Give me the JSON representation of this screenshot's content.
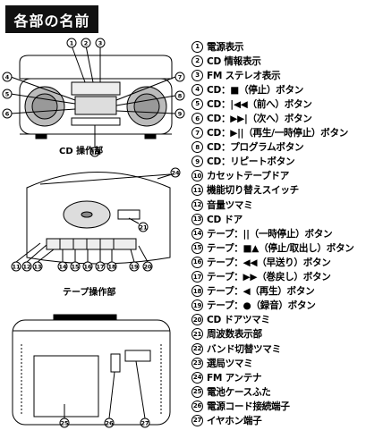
{
  "page_title": "各部の名前",
  "captions": {
    "cd_controls": "CD 操作部",
    "tape_controls": "テープ操作部"
  },
  "legend": [
    {
      "n": "1",
      "label": "電源表示"
    },
    {
      "n": "2",
      "label": "CD 情報表示"
    },
    {
      "n": "3",
      "label": "FM ステレオ表示"
    },
    {
      "n": "4",
      "label": "CD：■（停止）ボタン"
    },
    {
      "n": "5",
      "label": "CD：|◀◀（前へ）ボタン"
    },
    {
      "n": "6",
      "label": "CD：▶▶|（次へ）ボタン"
    },
    {
      "n": "7",
      "label": "CD：▶||（再生/一時停止）ボタン"
    },
    {
      "n": "8",
      "label": "CD：プログラムボタン"
    },
    {
      "n": "9",
      "label": "CD：リピートボタン"
    },
    {
      "n": "10",
      "label": "カセットテープドア"
    },
    {
      "n": "11",
      "label": "機能切り替えスイッチ"
    },
    {
      "n": "12",
      "label": "音量ツマミ"
    },
    {
      "n": "13",
      "label": "CD ドア"
    },
    {
      "n": "14",
      "label": "テープ：||（一時停止）ボタン"
    },
    {
      "n": "15",
      "label": "テープ：■▲（停止/取出し）ボタン"
    },
    {
      "n": "16",
      "label": "テープ：◀◀（早送り）ボタン"
    },
    {
      "n": "17",
      "label": "テープ：▶▶（巻戻し）ボタン"
    },
    {
      "n": "18",
      "label": "テープ：◀（再生）ボタン"
    },
    {
      "n": "19",
      "label": "テープ：●（録音）ボタン"
    },
    {
      "n": "20",
      "label": "CD ドアツマミ"
    },
    {
      "n": "21",
      "label": "周波数表示部"
    },
    {
      "n": "22",
      "label": "バンド切替ツマミ"
    },
    {
      "n": "23",
      "label": "選局ツマミ"
    },
    {
      "n": "24",
      "label": "FM アンテナ"
    },
    {
      "n": "25",
      "label": "電池ケースふた"
    },
    {
      "n": "26",
      "label": "電源コード接続端子"
    },
    {
      "n": "27",
      "label": "イヤホン端子"
    }
  ]
}
